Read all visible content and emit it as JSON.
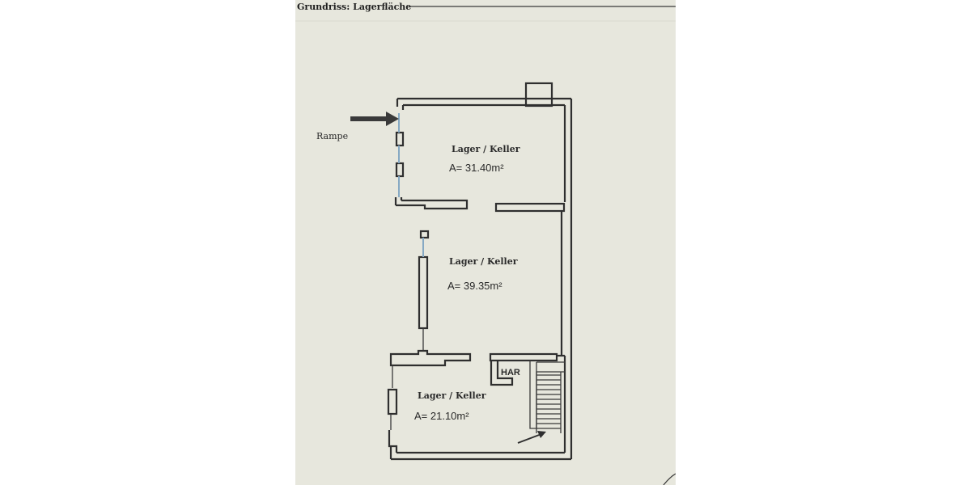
{
  "title": "Grundriss: Lagerfläche",
  "ramp_label": "Rampe",
  "rooms": [
    {
      "name": "Lager / Keller",
      "area": "A= 31.40m²"
    },
    {
      "name": "Lager / Keller",
      "area": "A= 39.35m²"
    },
    {
      "name": "Lager / Keller",
      "area": "A= 21.10m²"
    }
  ],
  "har_label": "HAR",
  "colors": {
    "paper": "#e7e7dd",
    "ink": "#2f2f2f",
    "window_blue": "#86a9c4"
  }
}
